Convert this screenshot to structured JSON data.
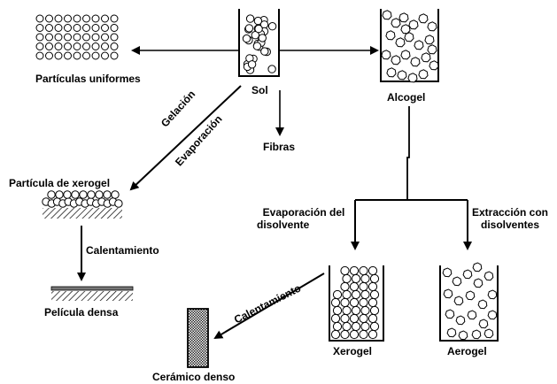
{
  "labels": {
    "particulas_uniformes": "Partículas uniformes",
    "sol": "Sol",
    "alcogel": "Alcogel",
    "fibras": "Fibras",
    "gelacion": "Gelación",
    "evaporacion": "Evaporación",
    "particula_xerogel": "Partícula de xerogel",
    "calentamiento_1": "Calentamiento",
    "pelicula_densa": "Película densa",
    "evaporacion_disolvente_1": "Evaporación del",
    "evaporacion_disolvente_2": "disolvente",
    "extraccion_1": "Extracción con",
    "extraccion_2": "disolventes",
    "xerogel": "Xerogel",
    "aerogel": "Aerogel",
    "calentamiento_2": "Calentamiento",
    "ceramico_denso": "Cerámico denso"
  },
  "colors": {
    "ink": "#000000",
    "background": "#ffffff"
  }
}
